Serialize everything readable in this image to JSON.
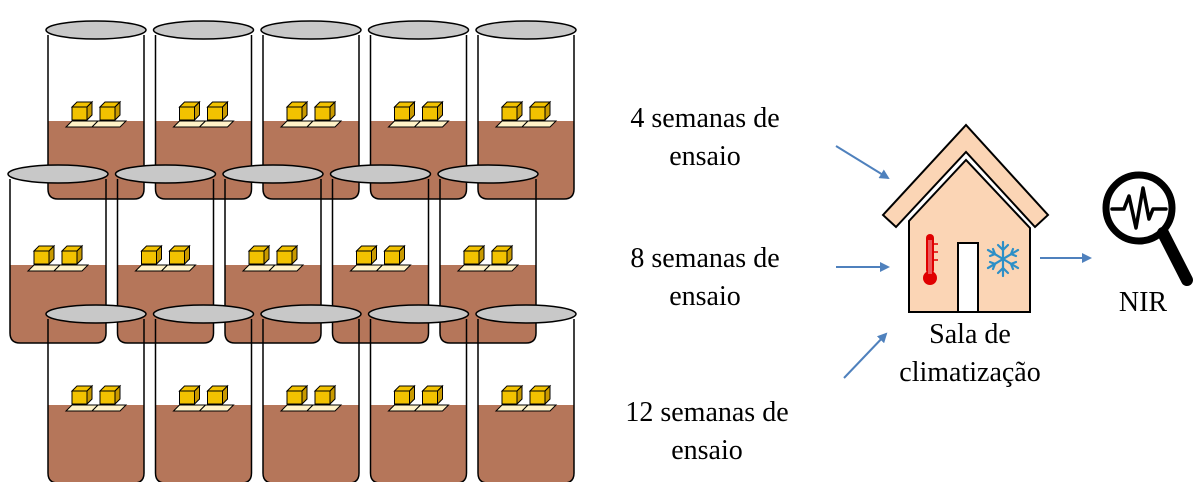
{
  "labels": {
    "weeks_4": [
      "4 semanas de",
      "ensaio"
    ],
    "weeks_8": [
      "8 semanas de",
      "ensaio"
    ],
    "weeks_12": [
      "12 semanas de",
      "ensaio"
    ],
    "room": [
      "Sala de",
      "climatização"
    ],
    "nir": "NIR"
  },
  "jar_rows": [
    5,
    5,
    5
  ],
  "colors": {
    "soil": "#b5765a",
    "lid": "#c8c8c8",
    "block": "#f2c200",
    "block_side": "#c99a00",
    "base": "#fff2c7",
    "house": "#fbd5b5",
    "arrow": "#4f81bd",
    "thermometer": "#e00000",
    "snowflake": "#2d8fc7"
  },
  "icons": [
    "jar-icon",
    "wood-block-icon",
    "house-icon",
    "thermometer-icon",
    "snowflake-icon",
    "magnifier-icon",
    "pulse-icon",
    "arrow-icon"
  ]
}
